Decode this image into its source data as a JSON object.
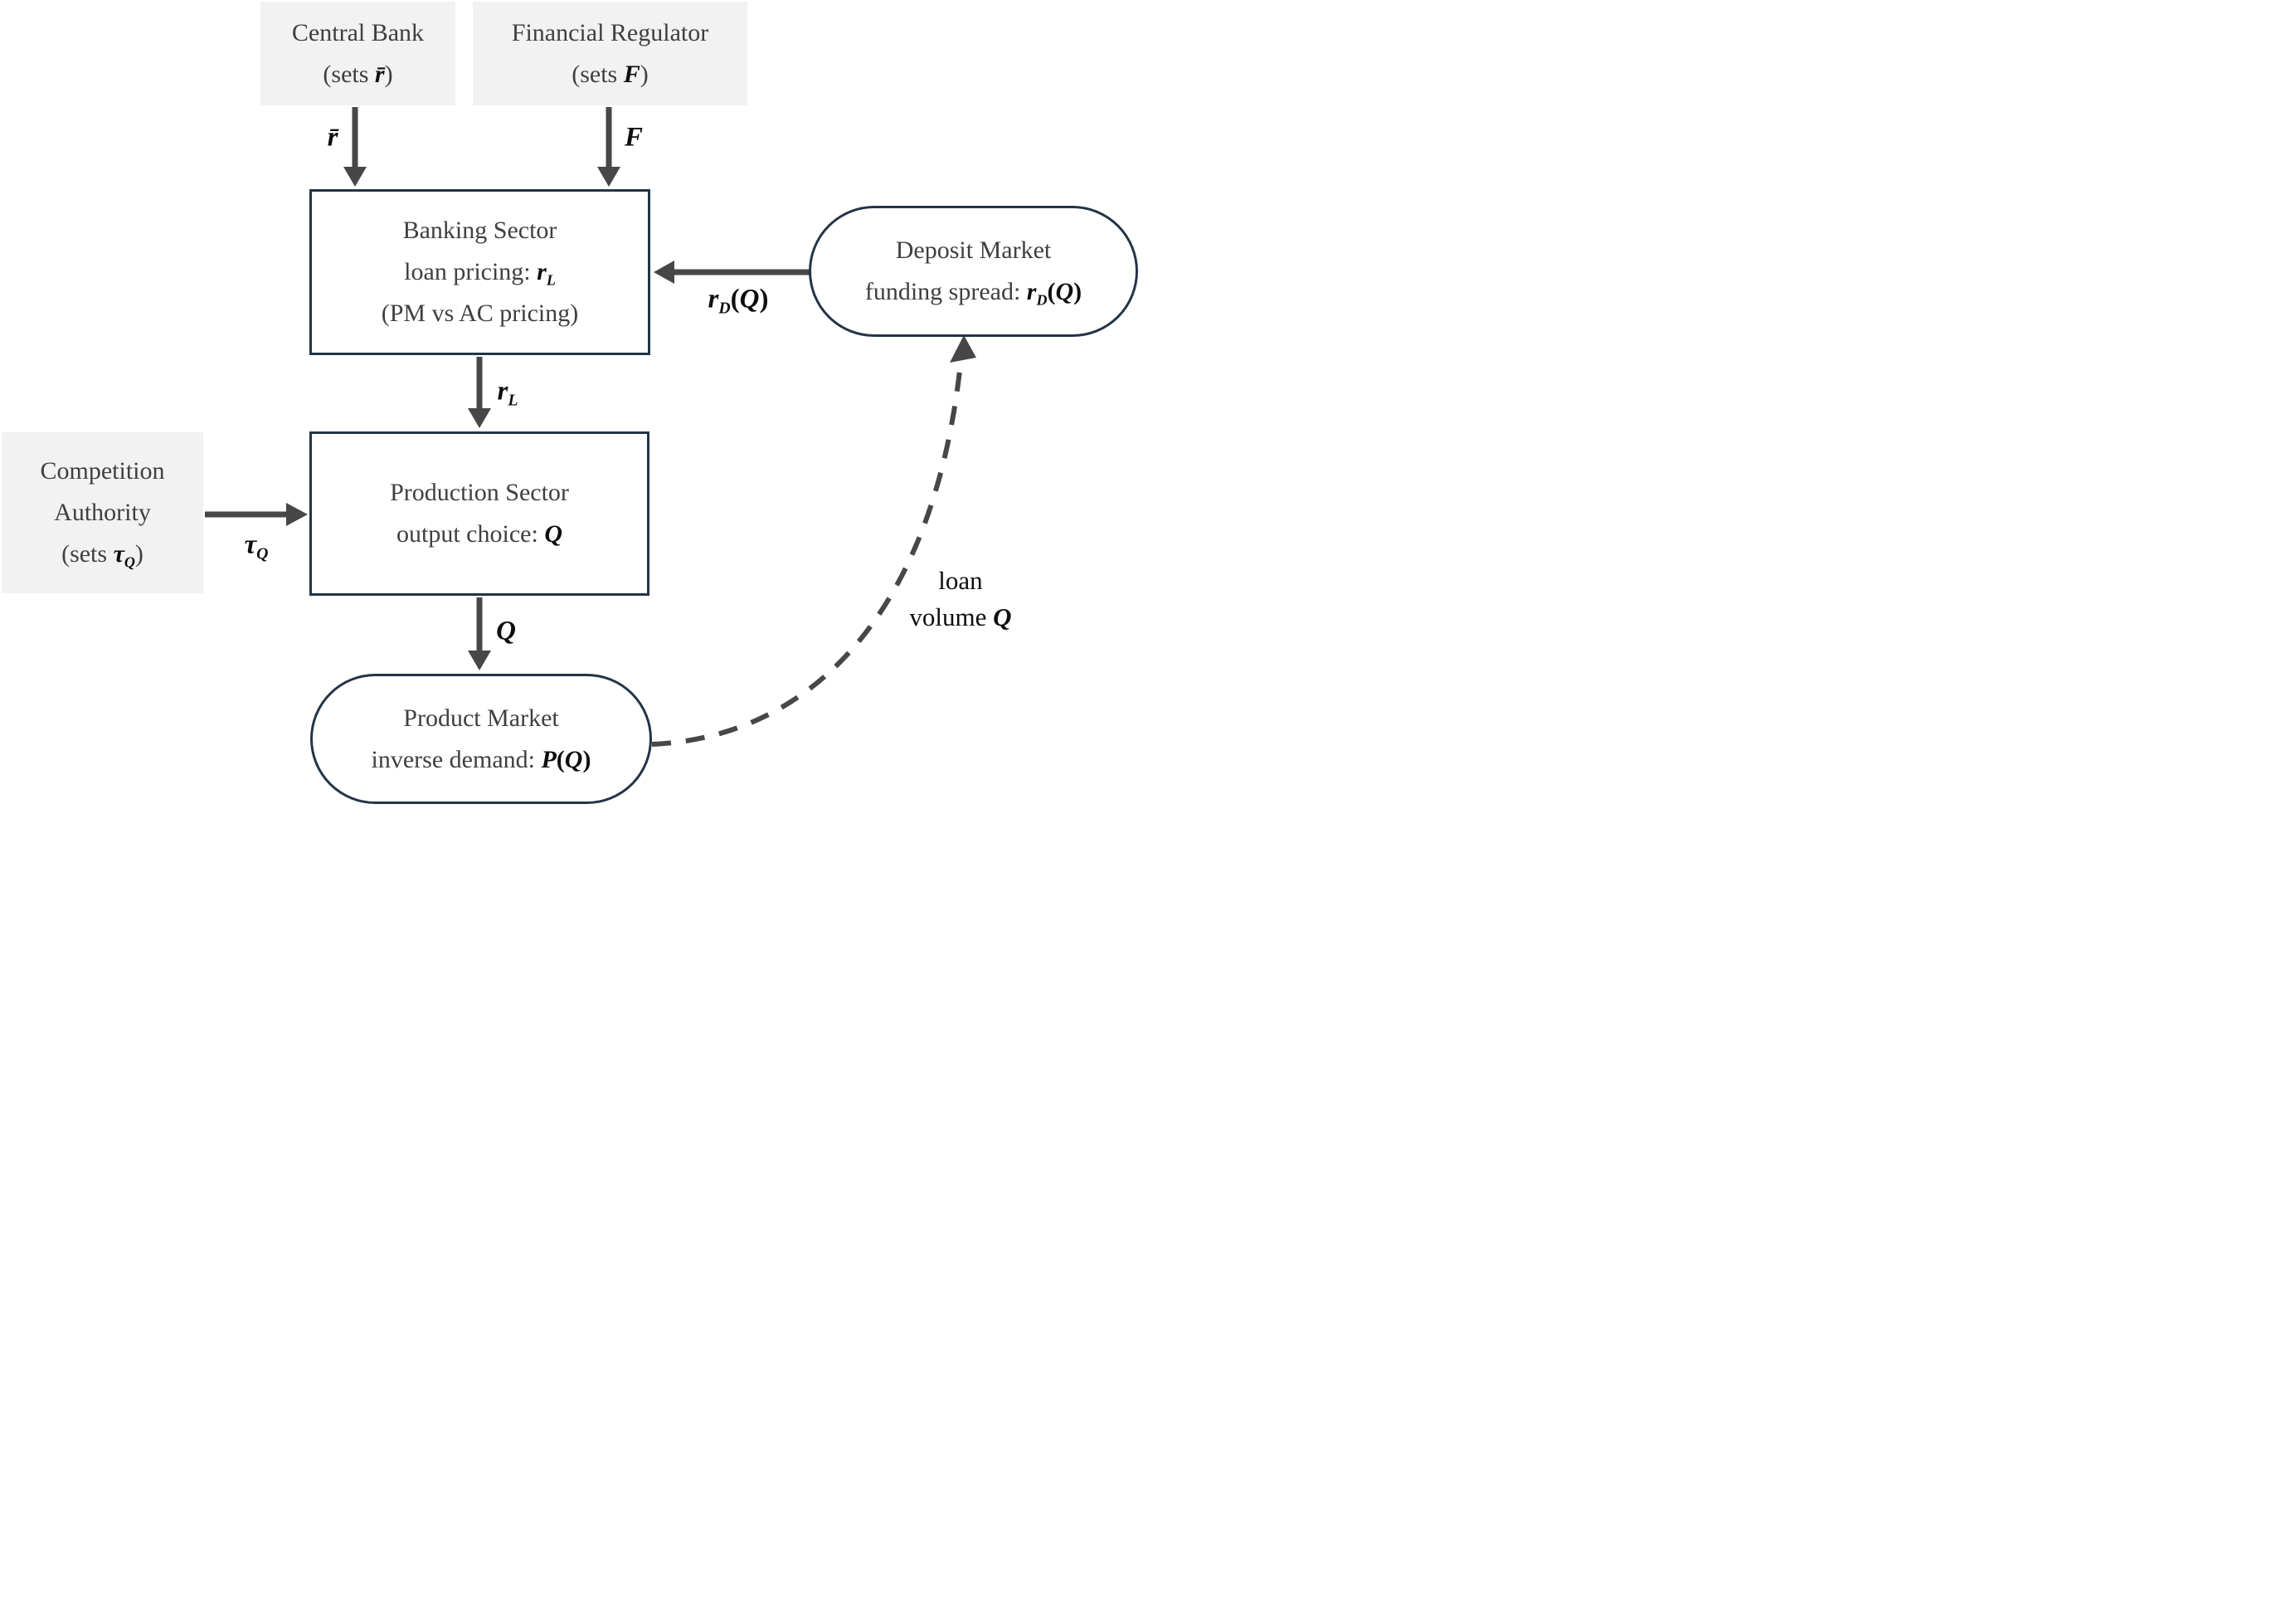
{
  "colors": {
    "border": "#243447",
    "arrow": "#474747",
    "gray_fill": "#f2f2f2",
    "node_text": "#3f3f3f",
    "math_text": "#0e0e0e",
    "background": "#ffffff"
  },
  "nodes": {
    "central_bank": {
      "line1": "Central Bank",
      "line2_pre": "(sets ",
      "line2_math": "r̄",
      "line2_post": ")"
    },
    "financial_regulator": {
      "line1": "Financial Regulator",
      "line2_pre": "(sets ",
      "line2_math": "F",
      "line2_post": ")"
    },
    "banking_sector": {
      "line1": "Banking Sector",
      "line2_pre": "loan pricing: ",
      "line2_base": "r",
      "line2_sub": "L",
      "line3": "(PM vs AC pricing)"
    },
    "deposit_market": {
      "line1": "Deposit Market",
      "line2_pre": "funding spread: ",
      "line2_base": "r",
      "line2_sub": "D",
      "line2_open": "(",
      "line2_q": "Q",
      "line2_close": ")"
    },
    "production_sector": {
      "line1": "Production Sector",
      "line2_pre": "output choice: ",
      "line2_math": "Q"
    },
    "competition_authority": {
      "line1": "Competition",
      "line2": "Authority",
      "line3_pre": "(sets ",
      "line3_base": "τ",
      "line3_sub": "Q",
      "line3_post": ")"
    },
    "product_market": {
      "line1": "Product Market",
      "line2_pre": "inverse demand: ",
      "line2_base": "P",
      "line2_open": "(",
      "line2_q": "Q",
      "line2_close": ")"
    }
  },
  "edges": {
    "rbar": {
      "label": "r̄"
    },
    "f": {
      "label": "F"
    },
    "rd": {
      "base": "r",
      "sub": "D",
      "open": "(",
      "q": "Q",
      "close": ")"
    },
    "rl": {
      "base": "r",
      "sub": "L"
    },
    "tau": {
      "base": "τ",
      "sub": "Q"
    },
    "q": {
      "label": "Q"
    },
    "loan": {
      "line1": "loan",
      "line2_pre": "volume ",
      "line2_math": "Q"
    }
  }
}
